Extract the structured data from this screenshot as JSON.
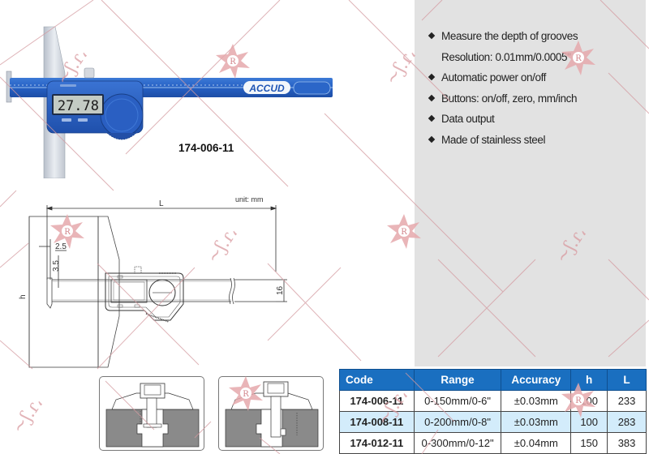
{
  "product": {
    "model_caption": "174-006-11",
    "display_reading": "27.78",
    "brand_label": "ACCUD"
  },
  "features": [
    {
      "text": "Measure the depth of grooves",
      "bullet": true
    },
    {
      "text": "Resolution: 0.01mm/0.0005\"",
      "bullet": false
    },
    {
      "text": "Automatic power on/off",
      "bullet": true
    },
    {
      "text": "Buttons: on/off, zero, mm/inch",
      "bullet": true
    },
    {
      "text": "Data output",
      "bullet": true
    },
    {
      "text": "Made of stainless steel",
      "bullet": true
    }
  ],
  "drawing": {
    "unit_label": "unit: mm",
    "dim_L": "L",
    "dim_h": "h",
    "dim_2_5": "2.5",
    "dim_3_5": "3.5",
    "dim_16": "16"
  },
  "table": {
    "headers": [
      "Code",
      "Range",
      "Accuracy",
      "h",
      "L"
    ],
    "rows": [
      {
        "code": "174-006-11",
        "range": "0-150mm/0-6\"",
        "accuracy": "±0.03mm",
        "h": "100",
        "L": "233"
      },
      {
        "code": "174-008-11",
        "range": "0-200mm/0-8\"",
        "accuracy": "±0.03mm",
        "h": "100",
        "L": "283"
      },
      {
        "code": "174-012-11",
        "range": "0-300mm/0-12\"",
        "accuracy": "±0.04mm",
        "h": "150",
        "L": "383"
      }
    ]
  },
  "colors": {
    "table_header": "#1a6fc0",
    "table_alt_row": "#d3ecfb",
    "panel_gray": "#e2e2e2",
    "caliper_blue": "#2559b8",
    "watermark": "#d48a92"
  }
}
